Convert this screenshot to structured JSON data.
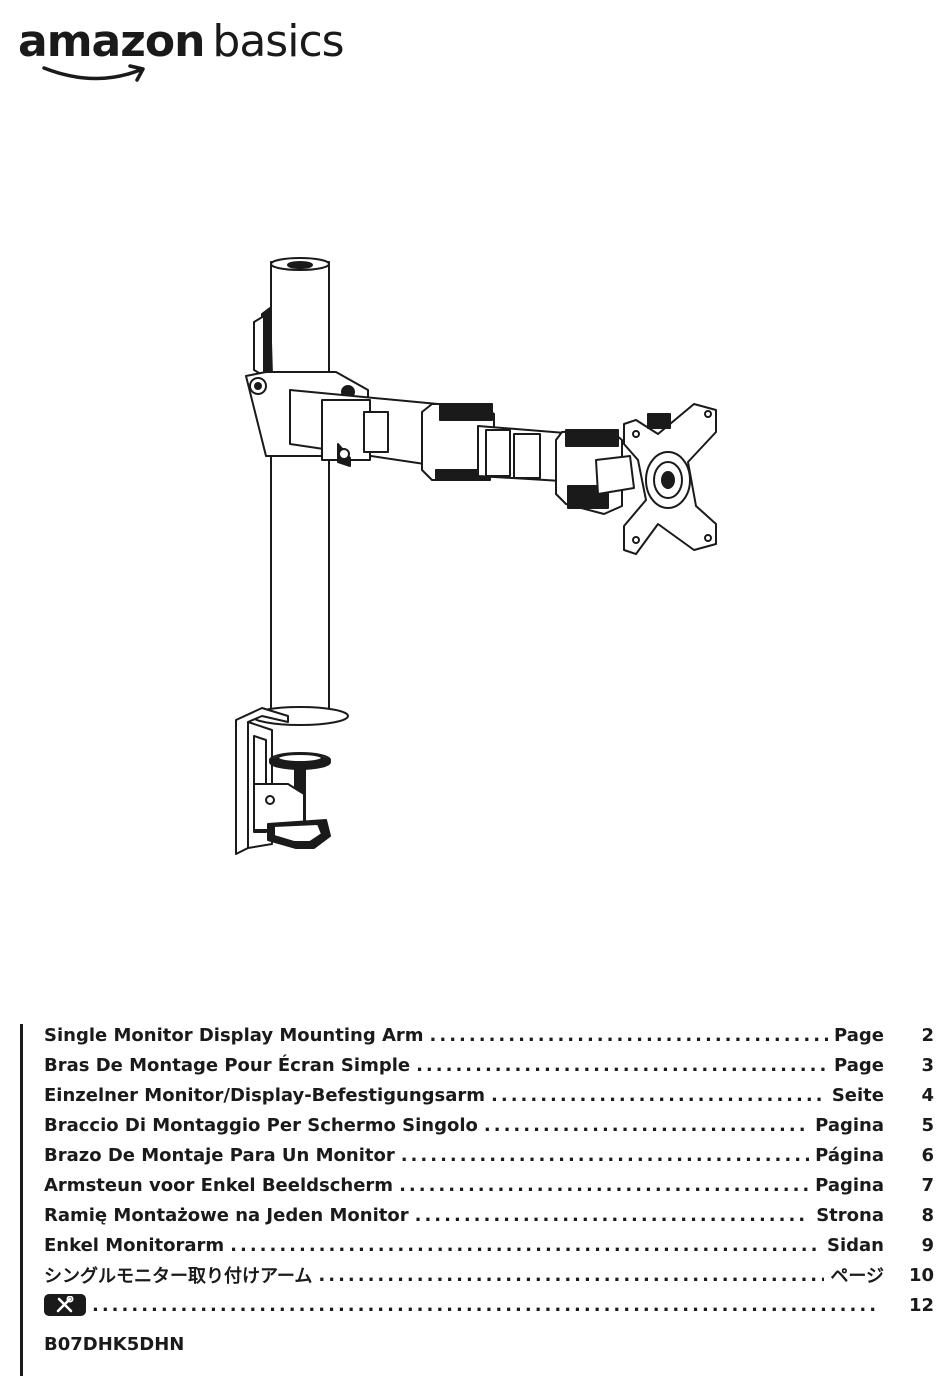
{
  "brand": {
    "word1": "amazon",
    "word2": "basics"
  },
  "toc": [
    {
      "title": "Single Monitor Display Mounting Arm",
      "label": "Page",
      "page": "2"
    },
    {
      "title": "Bras De Montage Pour Écran Simple",
      "label": "Page",
      "page": "3"
    },
    {
      "title": "Einzelner Monitor/Display-Befestigungsarm",
      "label": "Seite",
      "page": "4"
    },
    {
      "title": "Braccio Di Montaggio Per Schermo Singolo",
      "label": "Pagina",
      "page": "5"
    },
    {
      "title": "Brazo De Montaje Para Un Monitor",
      "label": "Página",
      "page": "6"
    },
    {
      "title": "Armsteun voor Enkel Beeldscherm",
      "label": "Pagina",
      "page": "7"
    },
    {
      "title": "Ramię Montażowe na Jeden Monitor",
      "label": "Strona",
      "page": "8"
    },
    {
      "title": "Enkel Monitorarm",
      "label": "Sidan",
      "page": "9"
    },
    {
      "title": "シングルモニター取り付けアーム",
      "label": "ページ",
      "page": "10"
    },
    {
      "title": "",
      "label": "",
      "page": "12",
      "icon": "tools-icon"
    }
  ],
  "model": "B07DHK5DHN"
}
